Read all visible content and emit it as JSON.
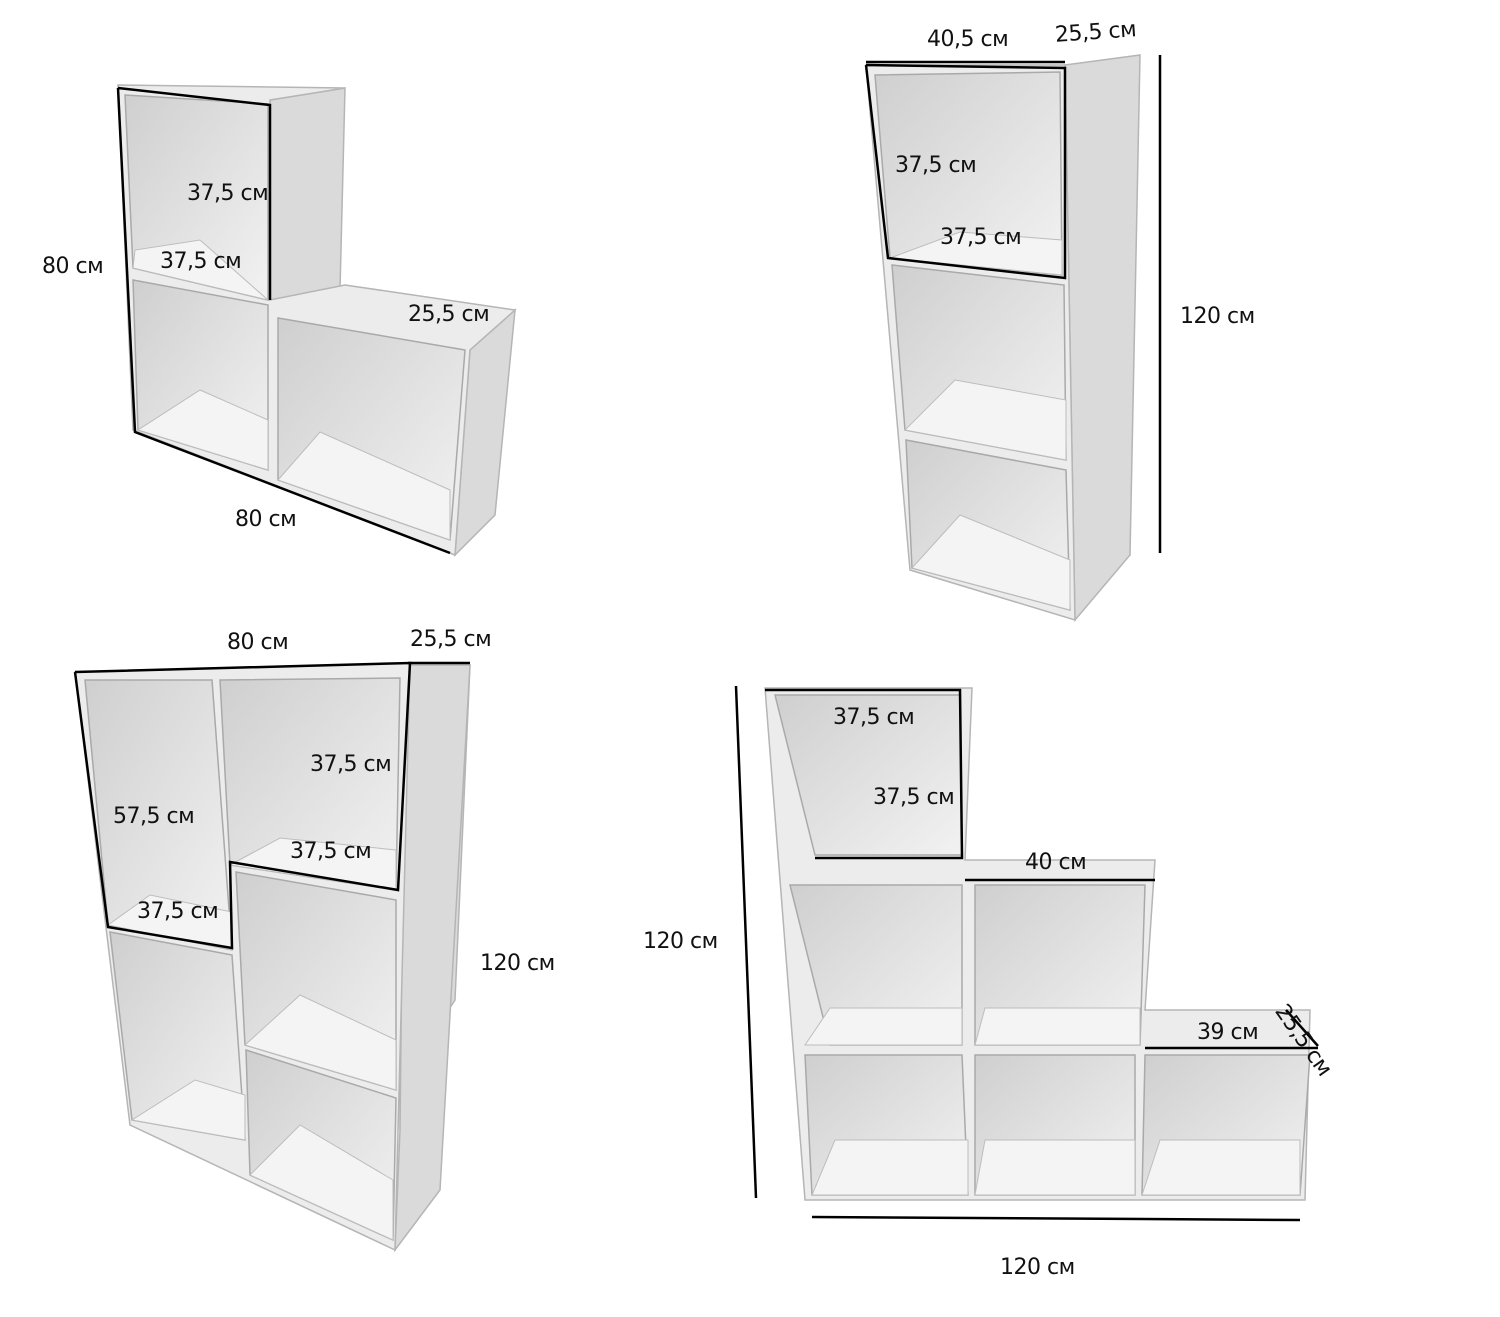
{
  "figures": [
    {
      "name": "two-tier-shelf",
      "labels": [
        "37,5 см",
        "37,5 см",
        "80 см",
        "25,5 см",
        "80 см"
      ]
    },
    {
      "name": "three-cube-column",
      "labels": [
        "40,5 см",
        "25,5 см",
        "37,5 см",
        "37,5 см",
        "120 см"
      ]
    },
    {
      "name": "five-cube-bookcase",
      "labels": [
        "80 см",
        "25,5 см",
        "37,5 см",
        "57,5 см",
        "37,5 см",
        "37,5 см",
        "120 см"
      ]
    },
    {
      "name": "three-tier-staircase-shelf",
      "labels": [
        "37,5 см",
        "37,5 см",
        "40 см",
        "120 см",
        "39 см",
        "25,5 см",
        "120 см"
      ]
    }
  ]
}
